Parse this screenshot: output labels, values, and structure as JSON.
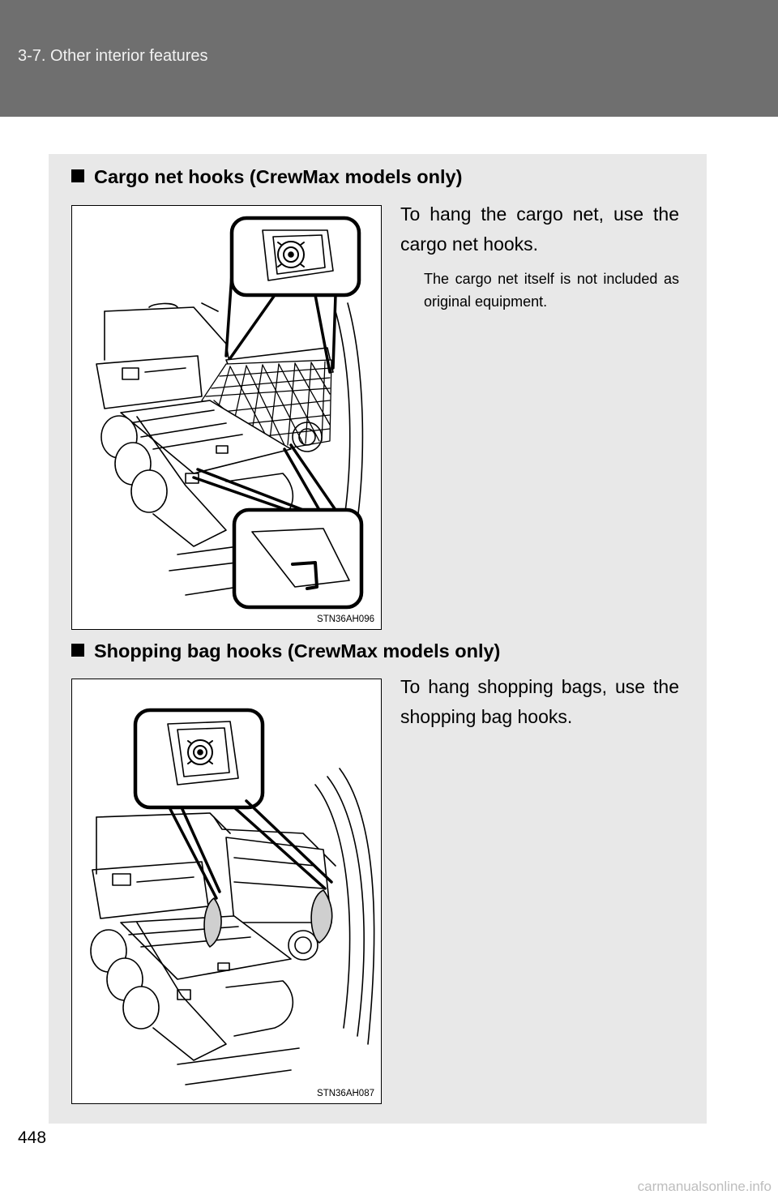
{
  "header": {
    "section": "3-7. Other interior features"
  },
  "sections": [
    {
      "title": "Cargo net hooks (CrewMax models only)",
      "body": "To hang the cargo net, use the cargo net hooks.",
      "note": "The cargo net itself is not included as original equipment.",
      "figure_code": "STN36AH096"
    },
    {
      "title": "Shopping bag hooks (CrewMax models only)",
      "body": "To hang shopping bags, use the shopping bag hooks.",
      "figure_code": "STN36AH087"
    }
  ],
  "footer": {
    "page_number": "448",
    "watermark": "carmanualsonline.info"
  }
}
